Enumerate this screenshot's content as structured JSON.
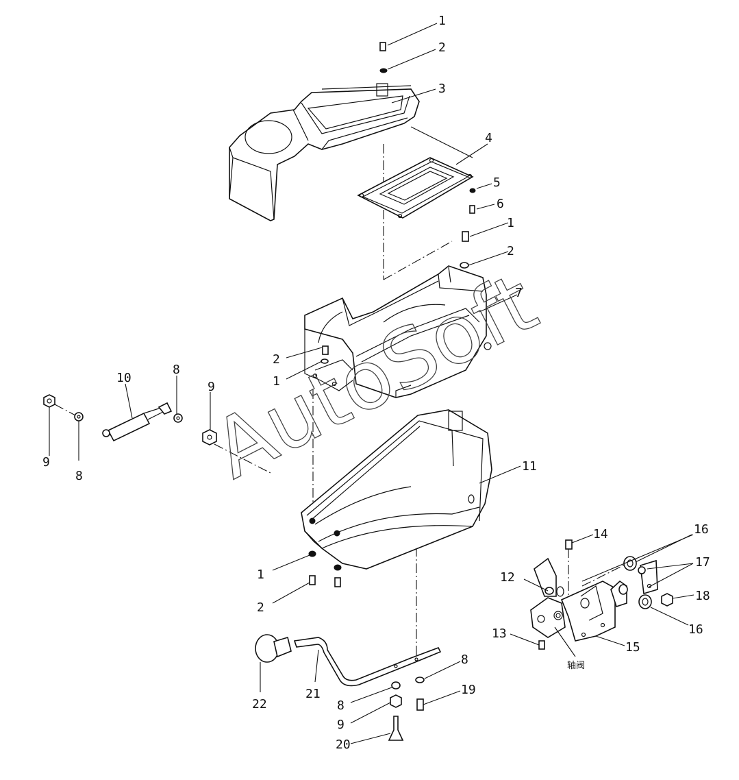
{
  "diagram": {
    "watermark": "AutoSoft",
    "note": "轴阀",
    "callouts": [
      {
        "id": "c1a",
        "label": "1"
      },
      {
        "id": "c2a",
        "label": "2"
      },
      {
        "id": "c3",
        "label": "3"
      },
      {
        "id": "c4",
        "label": "4"
      },
      {
        "id": "c5",
        "label": "5"
      },
      {
        "id": "c6",
        "label": "6"
      },
      {
        "id": "c1b",
        "label": "1"
      },
      {
        "id": "c2b",
        "label": "2"
      },
      {
        "id": "c7",
        "label": "7"
      },
      {
        "id": "c2c",
        "label": "2"
      },
      {
        "id": "c1c",
        "label": "1"
      },
      {
        "id": "c10",
        "label": "10"
      },
      {
        "id": "c8a",
        "label": "8"
      },
      {
        "id": "c9a",
        "label": "9"
      },
      {
        "id": "c9b",
        "label": "9"
      },
      {
        "id": "c8b",
        "label": "8"
      },
      {
        "id": "c11",
        "label": "11"
      },
      {
        "id": "c1d",
        "label": "1"
      },
      {
        "id": "c2d",
        "label": "2"
      },
      {
        "id": "c14",
        "label": "14"
      },
      {
        "id": "c16a",
        "label": "16"
      },
      {
        "id": "c17",
        "label": "17"
      },
      {
        "id": "c12",
        "label": "12"
      },
      {
        "id": "c18",
        "label": "18"
      },
      {
        "id": "c16b",
        "label": "16"
      },
      {
        "id": "c13",
        "label": "13"
      },
      {
        "id": "c15",
        "label": "15"
      },
      {
        "id": "c8c",
        "label": "8"
      },
      {
        "id": "c22",
        "label": "22"
      },
      {
        "id": "c21",
        "label": "21"
      },
      {
        "id": "c8d",
        "label": "8"
      },
      {
        "id": "c19",
        "label": "19"
      },
      {
        "id": "c9c",
        "label": "9"
      },
      {
        "id": "c20",
        "label": "20"
      }
    ]
  }
}
